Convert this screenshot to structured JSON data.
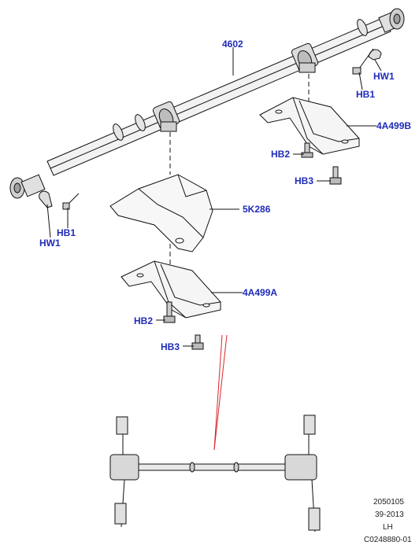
{
  "callouts": {
    "shaft": "4602",
    "hw1_right": "HW1",
    "hb1_right": "HB1",
    "bracket_b": "4A499B",
    "hb2_right": "HB2",
    "hb3_right": "HB3",
    "heatshield": "5K286",
    "hb1_left": "HB1",
    "hw1_left": "HW1",
    "bracket_a": "4A499A",
    "hb2_left": "HB2",
    "hb3_left": "HB3"
  },
  "meta": {
    "line1": "2050105",
    "line2": "39-2013",
    "line3": "LH",
    "line4": "C0248880-01"
  },
  "colors": {
    "callout": "#1f2bb8",
    "indicator": "#d9262a",
    "linework": "#111111",
    "shaft_fill": "#f2f2f2"
  }
}
